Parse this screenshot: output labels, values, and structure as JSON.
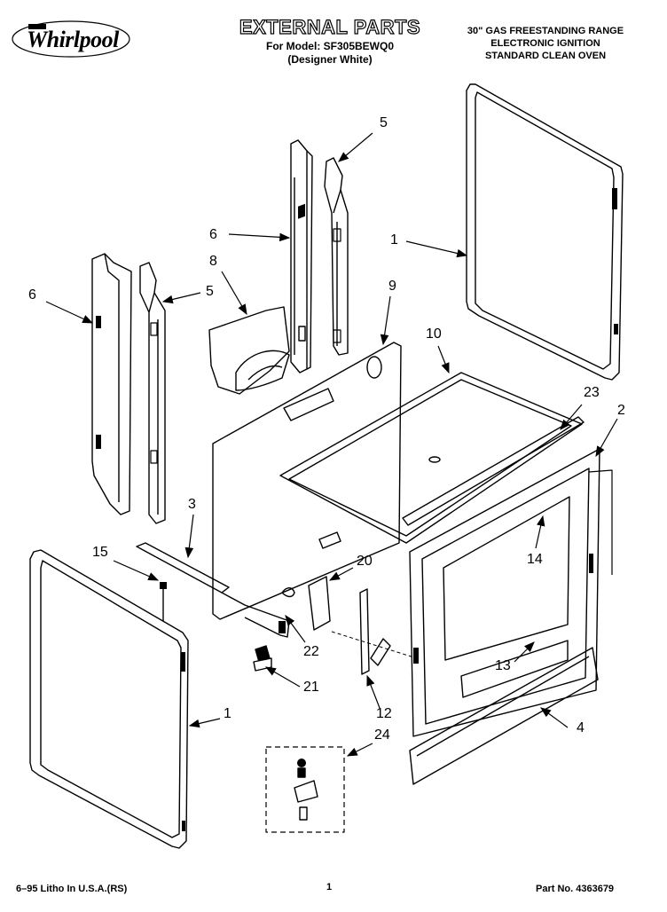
{
  "header": {
    "brand": "Whirlpool",
    "title": "EXTERNAL PARTS",
    "model_line": "For Model: SF305BEWQ0",
    "color_line": "(Designer White)",
    "right_lines": [
      "30\" GAS FREESTANDING RANGE",
      "ELECTRONIC IGNITION",
      "STANDARD CLEAN OVEN"
    ]
  },
  "footer": {
    "litho": "6–95 Litho In U.S.A.(RS)",
    "page": "1",
    "part_no": "Part No. 4363679"
  },
  "callouts": [
    {
      "id": "c5a",
      "label": "5"
    },
    {
      "id": "c6a",
      "label": "6"
    },
    {
      "id": "c1a",
      "label": "1"
    },
    {
      "id": "c8",
      "label": "8"
    },
    {
      "id": "c6b",
      "label": "6"
    },
    {
      "id": "c5b",
      "label": "5"
    },
    {
      "id": "c9",
      "label": "9"
    },
    {
      "id": "c10",
      "label": "10"
    },
    {
      "id": "c23",
      "label": "23"
    },
    {
      "id": "c2",
      "label": "2"
    },
    {
      "id": "c3",
      "label": "3"
    },
    {
      "id": "c14",
      "label": "14"
    },
    {
      "id": "c15",
      "label": "15"
    },
    {
      "id": "c20",
      "label": "20"
    },
    {
      "id": "c22",
      "label": "22"
    },
    {
      "id": "c13",
      "label": "13"
    },
    {
      "id": "c21",
      "label": "21"
    },
    {
      "id": "c1b",
      "label": "1"
    },
    {
      "id": "c12",
      "label": "12"
    },
    {
      "id": "c4",
      "label": "4"
    },
    {
      "id": "c24",
      "label": "24"
    }
  ]
}
